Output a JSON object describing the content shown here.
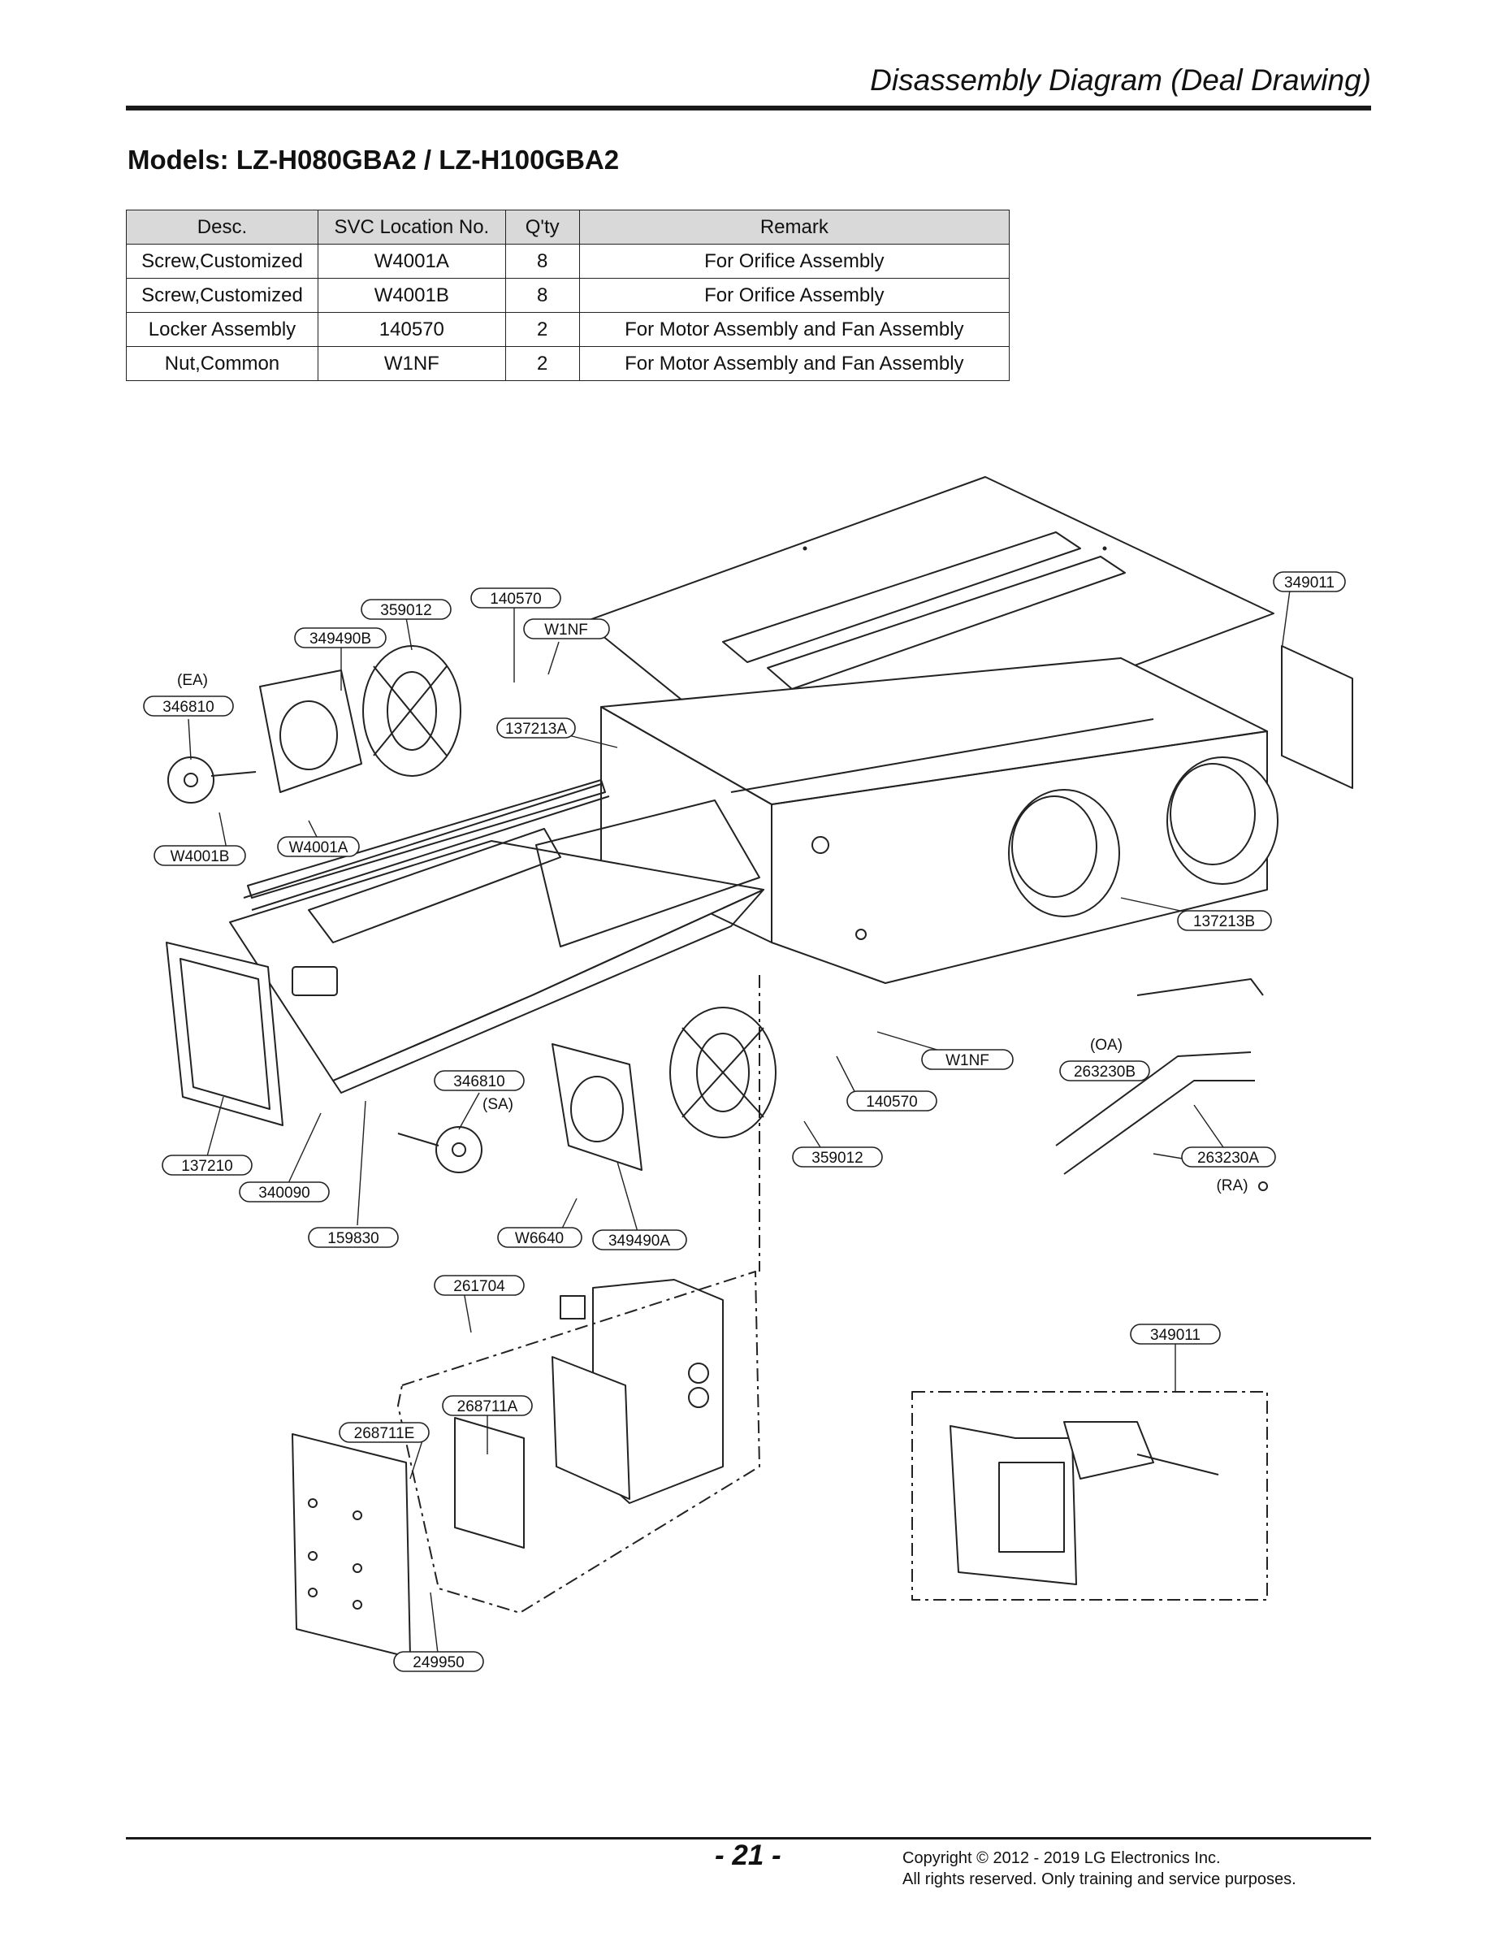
{
  "header": {
    "title": "Disassembly Diagram (Deal Drawing)"
  },
  "models_title": "Models: LZ-H080GBA2 / LZ-H100GBA2",
  "table": {
    "headers": [
      "Desc.",
      "SVC Location No.",
      "Q'ty",
      "Remark"
    ],
    "rows": [
      [
        "Screw,Customized",
        "W4001A",
        "8",
        "For Orifice Assembly"
      ],
      [
        "Screw,Customized",
        "W4001B",
        "8",
        "For Orifice Assembly"
      ],
      [
        "Locker Assembly",
        "140570",
        "2",
        "For Motor Assembly and Fan Assembly"
      ],
      [
        "Nut,Common",
        "W1NF",
        "2",
        "For Motor Assembly and Fan Assembly"
      ]
    ]
  },
  "callouts": {
    "c349011_top": "349011",
    "c359012_top": "359012",
    "c140570_top": "140570",
    "cW1NF_top": "W1NF",
    "c349490B": "349490B",
    "c346810_top": "346810",
    "c137213A": "137213A",
    "cW4001A": "W4001A",
    "cW4001B": "W4001B",
    "c137213B": "137213B",
    "cW1NF_mid": "W1NF",
    "c263230B": "263230B",
    "c346810_mid": "346810",
    "c140570_mid": "140570",
    "c359012_mid": "359012",
    "c263230A": "263230A",
    "c137210": "137210",
    "c340090": "340090",
    "c159830": "159830",
    "cW6640": "W6640",
    "c349490A": "349490A",
    "c261704": "261704",
    "c349011_bottom": "349011",
    "c268711A": "268711A",
    "c268711E": "268711E",
    "c249950": "249950"
  },
  "tags": {
    "ea": "(EA)",
    "oa": "(OA)",
    "sa": "(SA)",
    "ra": "(RA)"
  },
  "footer": {
    "page_number": "- 21 -",
    "copyright_line1": "Copyright © 2012 - 2019 LG Electronics Inc.",
    "copyright_line2": "All rights reserved. Only training and service purposes."
  }
}
